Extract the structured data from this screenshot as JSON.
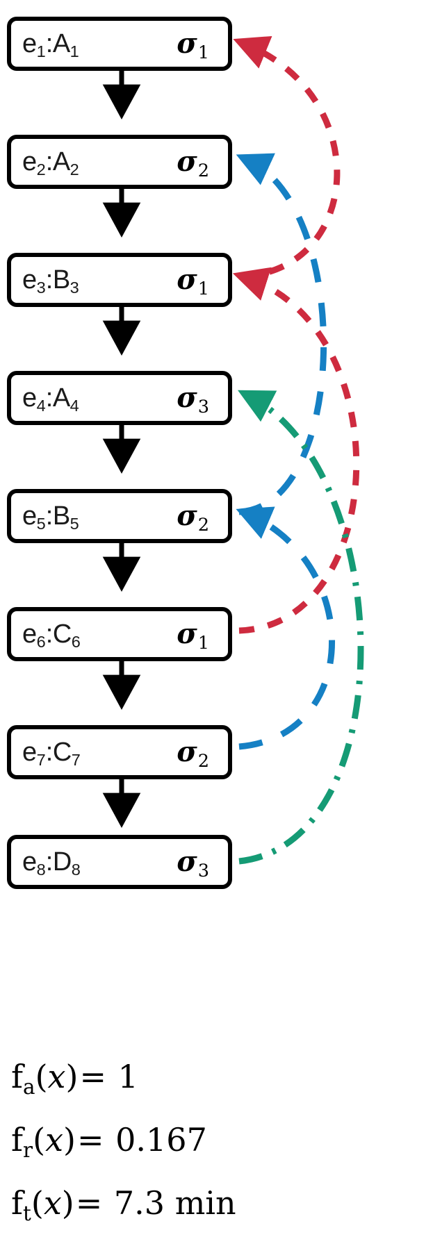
{
  "diagram": {
    "type": "process-trace-with-repeat-edges",
    "title": "",
    "nodes": [
      {
        "id": "e1",
        "label": "e",
        "index": "1",
        "activity": "A",
        "activity_index": "1",
        "label_text": "e1:A1",
        "resource": "σ",
        "resource_index": "1",
        "resource_text": "σ1"
      },
      {
        "id": "e2",
        "label": "e",
        "index": "2",
        "activity": "A",
        "activity_index": "2",
        "label_text": "e2:A2",
        "resource": "σ",
        "resource_index": "2",
        "resource_text": "σ2"
      },
      {
        "id": "e3",
        "label": "e",
        "index": "3",
        "activity": "B",
        "activity_index": "3",
        "label_text": "e3:B3",
        "resource": "σ",
        "resource_index": "1",
        "resource_text": "σ1"
      },
      {
        "id": "e4",
        "label": "e",
        "index": "4",
        "activity": "A",
        "activity_index": "4",
        "label_text": "e4:A4",
        "resource": "σ",
        "resource_index": "3",
        "resource_text": "σ3"
      },
      {
        "id": "e5",
        "label": "e",
        "index": "5",
        "activity": "B",
        "activity_index": "5",
        "label_text": "e5:B5",
        "resource": "σ",
        "resource_index": "2",
        "resource_text": "σ2"
      },
      {
        "id": "e6",
        "label": "e",
        "index": "6",
        "activity": "C",
        "activity_index": "6",
        "label_text": "e6:C6",
        "resource": "σ",
        "resource_index": "1",
        "resource_text": "σ1"
      },
      {
        "id": "e7",
        "label": "e",
        "index": "7",
        "activity": "C",
        "activity_index": "7",
        "label_text": "e7:C7",
        "resource": "σ",
        "resource_index": "2",
        "resource_text": "σ2"
      },
      {
        "id": "e8",
        "label": "e",
        "index": "8",
        "activity": "D",
        "activity_index": "8",
        "label_text": "e8:D8",
        "resource": "σ",
        "resource_index": "3",
        "resource_text": "σ3"
      }
    ],
    "sequence_edges": [
      {
        "from": "e1",
        "to": "e2"
      },
      {
        "from": "e2",
        "to": "e3"
      },
      {
        "from": "e3",
        "to": "e4"
      },
      {
        "from": "e4",
        "to": "e5"
      },
      {
        "from": "e5",
        "to": "e6"
      },
      {
        "from": "e6",
        "to": "e7"
      },
      {
        "from": "e7",
        "to": "e8"
      }
    ],
    "resource_edges": [
      {
        "from": "e3",
        "to": "e1",
        "resource": "σ1",
        "color": "#CE2B3F",
        "style": "dashed"
      },
      {
        "from": "e6",
        "to": "e3",
        "resource": "σ1",
        "color": "#CE2B3F",
        "style": "dashed"
      },
      {
        "from": "e5",
        "to": "e2",
        "resource": "σ2",
        "color": "#1580C4",
        "style": "dashed"
      },
      {
        "from": "e7",
        "to": "e5",
        "resource": "σ2",
        "color": "#1580C4",
        "style": "dashed"
      },
      {
        "from": "e8",
        "to": "e4",
        "resource": "σ3",
        "color": "#159B75",
        "style": "dash-dot"
      }
    ]
  },
  "colors": {
    "red": "#CE2B3F",
    "blue": "#1580C4",
    "green": "#159B75",
    "black": "#000000",
    "text": "#1a1a1a",
    "background": "#ffffff"
  },
  "formulas": [
    {
      "id": "fa",
      "name": "f",
      "subscript": "a",
      "argument": "x",
      "operator": "=",
      "value": "1",
      "unit": "",
      "full_text": "fₐ(x) = 1"
    },
    {
      "id": "fr",
      "name": "f",
      "subscript": "r",
      "argument": "x",
      "operator": "=",
      "value": "0.167",
      "unit": "",
      "full_text": "fᵣ(x) = 0.167"
    },
    {
      "id": "ft",
      "name": "f",
      "subscript": "t",
      "argument": "x",
      "operator": "=",
      "value": "7.3",
      "unit": "min",
      "full_text": "fₜ(x) = 7.3 min"
    }
  ]
}
